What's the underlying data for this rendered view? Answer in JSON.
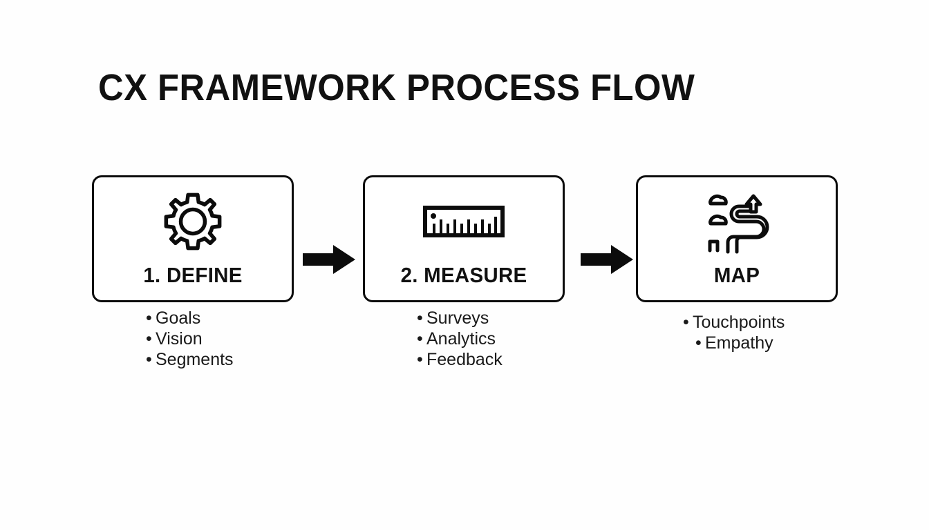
{
  "slide": {
    "title": "CX FRAMEWORK PROCESS FLOW",
    "background_color": "#fefefe",
    "ink_color": "#111111"
  },
  "flow": {
    "arrows": [
      {
        "name": "arrow-1",
        "direction": "right",
        "glyph": "solid-right-arrow"
      },
      {
        "name": "arrow-2",
        "direction": "right",
        "glyph": "solid-right-arrow"
      }
    ],
    "stages": [
      {
        "id": "stage-1",
        "label": "1. DEFINE",
        "icon": "gear-icon",
        "items": [
          "Goals",
          "Vision",
          "Segments"
        ],
        "bullet": "•"
      },
      {
        "id": "stage-2",
        "label": "2. MEASURE",
        "icon": "ruler-icon",
        "items": [
          "Surveys",
          "Analytics",
          "Feedback"
        ],
        "bullet": "•"
      },
      {
        "id": "stage-3",
        "label": "MAP",
        "icon": "winding-road-icon",
        "items": [
          "Touchpoints",
          "Empathy"
        ],
        "bullet": "•"
      }
    ]
  }
}
